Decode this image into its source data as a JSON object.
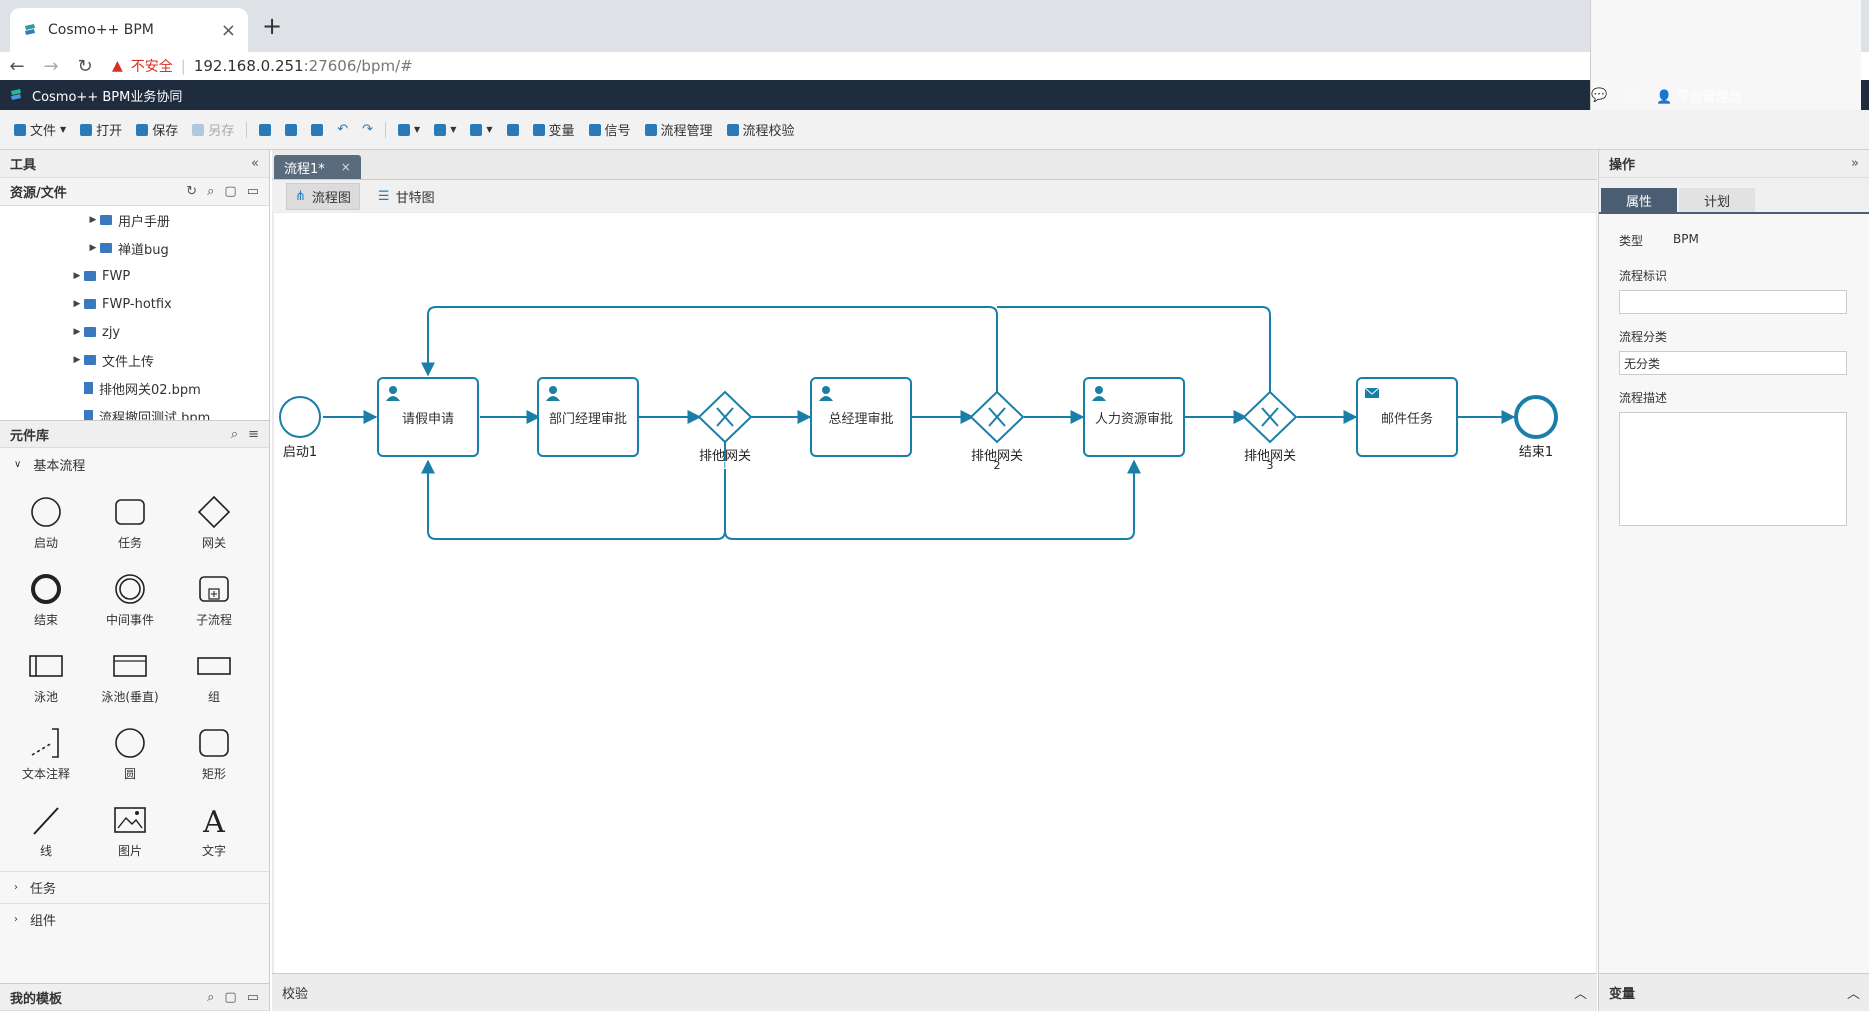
{
  "browser": {
    "tab_title": "Cosmo++ BPM",
    "tab_close": "×",
    "new_tab": "+",
    "insecure_label": "不安全",
    "url_host": "192.168.0.251",
    "url_rest": ":27606/bpm/#",
    "min": "—",
    "max": "☐",
    "close": "✕"
  },
  "app": {
    "title": "Cosmo++ BPM业务协同",
    "user": "平台管理员"
  },
  "toolbar": {
    "file": "文件",
    "open": "打开",
    "save": "保存",
    "save_as": "另存",
    "variable": "变量",
    "signal": "信号",
    "process_mgmt": "流程管理",
    "process_check": "流程校验"
  },
  "left": {
    "tools_title": "工具",
    "resource_title": "资源/文件",
    "tree": [
      {
        "label": "用户手册",
        "type": "folder",
        "indent": 2
      },
      {
        "label": "禅道bug",
        "type": "folder",
        "indent": 2
      },
      {
        "label": "FWP",
        "type": "folder",
        "indent": 1
      },
      {
        "label": "FWP-hotfix",
        "type": "folder",
        "indent": 1
      },
      {
        "label": "zjy",
        "type": "folder",
        "indent": 1
      },
      {
        "label": "文件上传",
        "type": "folder",
        "indent": 1
      },
      {
        "label": "排他网关02.bpm",
        "type": "file",
        "indent": 1
      },
      {
        "label": "流程撤回测试.bpm",
        "type": "file",
        "indent": 1
      }
    ],
    "library_title": "元件库",
    "group_basic": "基本流程",
    "palette": [
      "启动",
      "任务",
      "网关",
      "结束",
      "中间事件",
      "子流程",
      "泳池",
      "泳池(垂直)",
      "组",
      "文本注释",
      "圆",
      "矩形",
      "线",
      "图片",
      "文字"
    ],
    "group_task": "任务",
    "group_component": "组件",
    "templates_title": "我的模板"
  },
  "center": {
    "doc_tab": "流程1*",
    "view_flow": "流程图",
    "view_gantt": "甘特图",
    "bottom_label": "校验"
  },
  "diagram": {
    "start": "启动1",
    "task1": "请假申请",
    "task2": "部门经理审批",
    "gw1": "排他网关",
    "gw1_num": "1",
    "task3": "总经理审批",
    "gw2": "排他网关",
    "gw2_num": "2",
    "task4": "人力资源审批",
    "gw3": "排他网关",
    "gw3_num": "3",
    "task5": "邮件任务",
    "end": "结束1",
    "stroke_color": "#1a7fa8"
  },
  "right": {
    "title": "操作",
    "tab_props": "属性",
    "tab_plan": "计划",
    "type_label": "类型",
    "type_value": "BPM",
    "id_label": "流程标识",
    "id_value": "",
    "category_label": "流程分类",
    "category_value": "无分类",
    "desc_label": "流程描述",
    "bottom_label": "变量"
  }
}
